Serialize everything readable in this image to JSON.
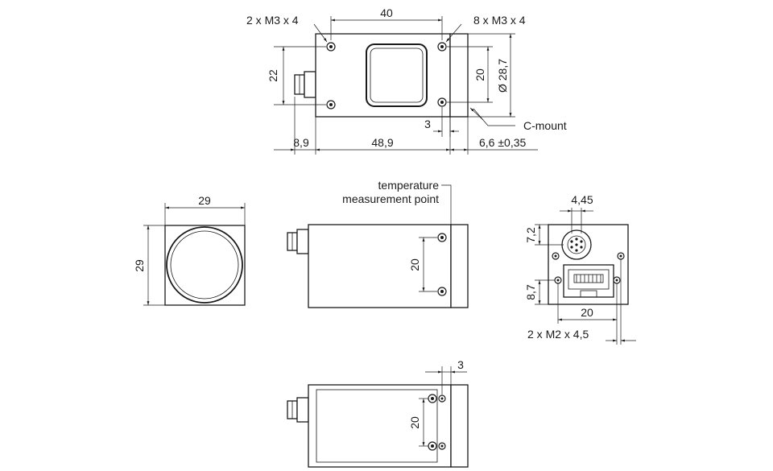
{
  "front_view": {
    "top_dim": "40",
    "left_note": "2 x M3 x 4",
    "right_note": "8 x M3 x 4",
    "height_left": "22",
    "height_hole": "20",
    "mount_diameter": "Ø 28,7",
    "offset_small": "3",
    "mount_label": "C-mount",
    "len_connector": "8,9",
    "len_body": "48,9",
    "len_mount": "6,6 ±0,35"
  },
  "lens_view": {
    "width": "29",
    "height": "29"
  },
  "side_view": {
    "temp_line1": "temperature",
    "temp_line2": "measurement point",
    "hole_spacing": "20"
  },
  "rear_view": {
    "top_offset": "4,45",
    "upper_height": "7,2",
    "lower_height": "8,7",
    "hole_spacing": "20",
    "thread_note": "2 x M2 x 4,5"
  },
  "bottom_view": {
    "offset": "3",
    "hole_spacing": "20"
  }
}
